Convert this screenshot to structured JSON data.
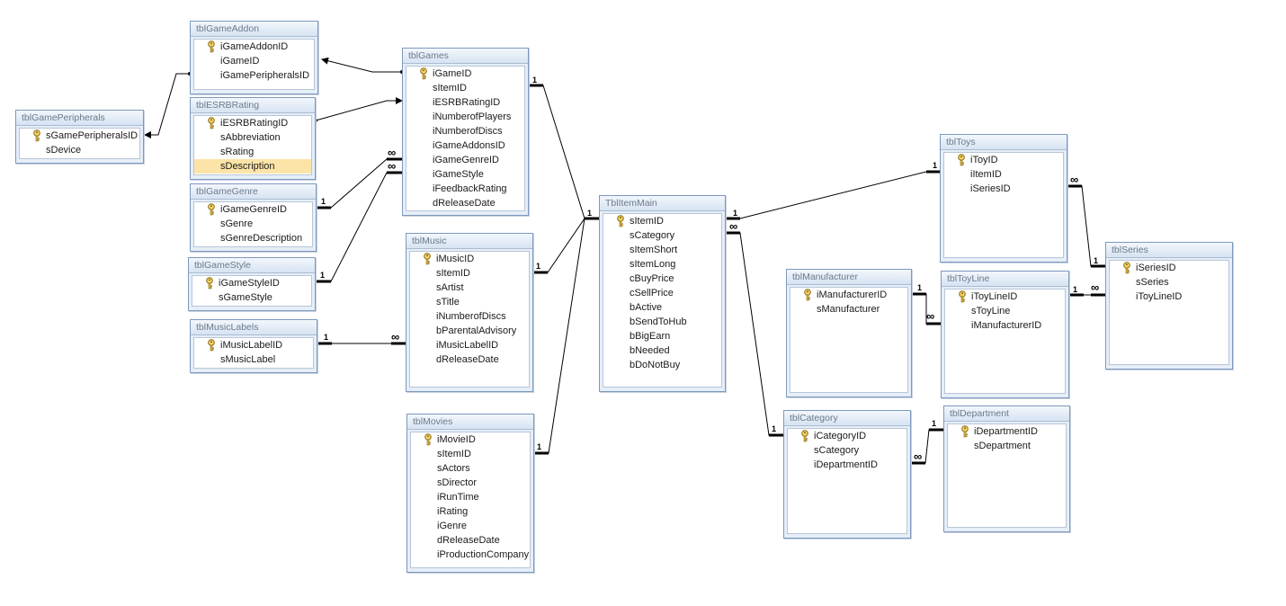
{
  "tables": [
    {
      "id": "tblGameAddon",
      "title": "tblGameAddon",
      "fields": [
        {
          "name": "iGameAddonID",
          "pk": true
        },
        {
          "name": "iGameID"
        },
        {
          "name": "iGamePeripheralsID"
        }
      ]
    },
    {
      "id": "tblGames",
      "title": "tblGames",
      "fields": [
        {
          "name": "iGameID",
          "pk": true
        },
        {
          "name": "sItemID"
        },
        {
          "name": "iESRBRatingID"
        },
        {
          "name": "iNumberofPlayers"
        },
        {
          "name": "iNumberofDiscs"
        },
        {
          "name": "iGameAddonsID"
        },
        {
          "name": "iGameGenreID"
        },
        {
          "name": "iGameStyle"
        },
        {
          "name": "iFeedbackRating"
        },
        {
          "name": "dReleaseDate"
        }
      ]
    },
    {
      "id": "tblGamePeripherals",
      "title": "tblGamePeripherals",
      "fields": [
        {
          "name": "sGamePeripheralsID",
          "pk": true
        },
        {
          "name": "sDevice"
        }
      ]
    },
    {
      "id": "tblESRBRating",
      "title": "tblESRBRating",
      "fields": [
        {
          "name": "iESRBRatingID",
          "pk": true
        },
        {
          "name": "sAbbreviation"
        },
        {
          "name": "sRating"
        },
        {
          "name": "sDescription",
          "selected": true
        }
      ]
    },
    {
      "id": "tblGameGenre",
      "title": "tblGameGenre",
      "fields": [
        {
          "name": "iGameGenreID",
          "pk": true
        },
        {
          "name": "sGenre"
        },
        {
          "name": "sGenreDescription"
        }
      ]
    },
    {
      "id": "tblGameStyle",
      "title": "tblGameStyle",
      "fields": [
        {
          "name": "iGameStyleID",
          "pk": true
        },
        {
          "name": "sGameStyle"
        }
      ]
    },
    {
      "id": "tblMusicLabels",
      "title": "tblMusicLabels",
      "fields": [
        {
          "name": "iMusicLabelID",
          "pk": true
        },
        {
          "name": "sMusicLabel"
        }
      ]
    },
    {
      "id": "tblMusic",
      "title": "tblMusic",
      "fields": [
        {
          "name": "iMusicID",
          "pk": true
        },
        {
          "name": "sItemID"
        },
        {
          "name": "sArtist"
        },
        {
          "name": "sTitle"
        },
        {
          "name": "iNumberofDiscs"
        },
        {
          "name": "bParentalAdvisory"
        },
        {
          "name": "iMusicLabelID"
        },
        {
          "name": "dReleaseDate"
        }
      ]
    },
    {
      "id": "tblMovies",
      "title": "tblMovies",
      "fields": [
        {
          "name": "iMovieID",
          "pk": true
        },
        {
          "name": "sItemID"
        },
        {
          "name": "sActors"
        },
        {
          "name": "sDirector"
        },
        {
          "name": "iRunTime"
        },
        {
          "name": "iRating"
        },
        {
          "name": "iGenre"
        },
        {
          "name": "dReleaseDate"
        },
        {
          "name": "iProductionCompany"
        }
      ]
    },
    {
      "id": "TblItemMain",
      "title": "TblItemMain",
      "fields": [
        {
          "name": "sItemID",
          "pk": true
        },
        {
          "name": "sCategory"
        },
        {
          "name": "sItemShort"
        },
        {
          "name": "sItemLong"
        },
        {
          "name": "cBuyPrice"
        },
        {
          "name": "cSellPrice"
        },
        {
          "name": "bActive"
        },
        {
          "name": "bSendToHub"
        },
        {
          "name": "bBigEarn"
        },
        {
          "name": "bNeeded"
        },
        {
          "name": "bDoNotBuy"
        }
      ]
    },
    {
      "id": "tblToys",
      "title": "tblToys",
      "fields": [
        {
          "name": "iToyID",
          "pk": true
        },
        {
          "name": "iItemID"
        },
        {
          "name": "iSeriesID"
        }
      ]
    },
    {
      "id": "tblSeries",
      "title": "tblSeries",
      "fields": [
        {
          "name": "iSeriesID",
          "pk": true
        },
        {
          "name": "sSeries"
        },
        {
          "name": "iToyLineID"
        }
      ]
    },
    {
      "id": "tblManufacturer",
      "title": "tblManufacturer",
      "fields": [
        {
          "name": "iManufacturerID",
          "pk": true
        },
        {
          "name": "sManufacturer"
        }
      ]
    },
    {
      "id": "tblToyLine",
      "title": "tblToyLine",
      "fields": [
        {
          "name": "iToyLineID",
          "pk": true
        },
        {
          "name": "sToyLine"
        },
        {
          "name": "iManufacturerID"
        }
      ]
    },
    {
      "id": "tblCategory",
      "title": "tblCategory",
      "fields": [
        {
          "name": "iCategoryID",
          "pk": true
        },
        {
          "name": "sCategory"
        },
        {
          "name": "iDepartmentID"
        }
      ]
    },
    {
      "id": "tblDepartment",
      "title": "tblDepartment",
      "fields": [
        {
          "name": "iDepartmentID",
          "pk": true
        },
        {
          "name": "sDepartment"
        }
      ]
    }
  ],
  "relationships": [
    {
      "from": "tblGames.iGameID",
      "to": "tblGameAddon.iGameID",
      "from_card": "",
      "to_card": ""
    },
    {
      "from": "tblGameAddon.iGamePeripheralsID",
      "to": "tblGamePeripherals.sGamePeripheralsID",
      "from_card": "",
      "to_card": ""
    },
    {
      "from": "tblESRBRating.iESRBRatingID",
      "to": "tblGames.iESRBRatingID",
      "from_card": "",
      "to_card": ""
    },
    {
      "from": "tblGameGenre.iGameGenreID",
      "to": "tblGames.iGameGenreID",
      "from_card": "1",
      "to_card": "∞"
    },
    {
      "from": "tblGameStyle.iGameStyleID",
      "to": "tblGames.iGameStyle",
      "from_card": "1",
      "to_card": "∞"
    },
    {
      "from": "tblMusicLabels.iMusicLabelID",
      "to": "tblMusic.iMusicLabelID",
      "from_card": "1",
      "to_card": "∞"
    },
    {
      "from": "tblGames.sItemID",
      "to": "TblItemMain.sItemID",
      "from_card": "1",
      "to_card": "1"
    },
    {
      "from": "tblMusic.sItemID",
      "to": "TblItemMain.sItemID",
      "from_card": "1",
      "to_card": ""
    },
    {
      "from": "tblMovies.sItemID",
      "to": "TblItemMain.sItemID",
      "from_card": "1",
      "to_card": ""
    },
    {
      "from": "TblItemMain.sItemID",
      "to": "tblToys.iItemID",
      "from_card": "1",
      "to_card": "1"
    },
    {
      "from": "TblItemMain.sCategory",
      "to": "tblCategory.iCategoryID",
      "from_card": "∞",
      "to_card": "1"
    },
    {
      "from": "tblToys.iSeriesID",
      "to": "tblSeries.iSeriesID",
      "from_card": "∞",
      "to_card": "1"
    },
    {
      "from": "tblToyLine.iToyLineID",
      "to": "tblSeries.iToyLineID",
      "from_card": "1",
      "to_card": "∞"
    },
    {
      "from": "tblManufacturer.iManufacturerID",
      "to": "tblToyLine.iManufacturerID",
      "from_card": "1",
      "to_card": "∞"
    },
    {
      "from": "tblCategory.iDepartmentID",
      "to": "tblDepartment.iDepartmentID",
      "from_card": "∞",
      "to_card": "1"
    }
  ]
}
